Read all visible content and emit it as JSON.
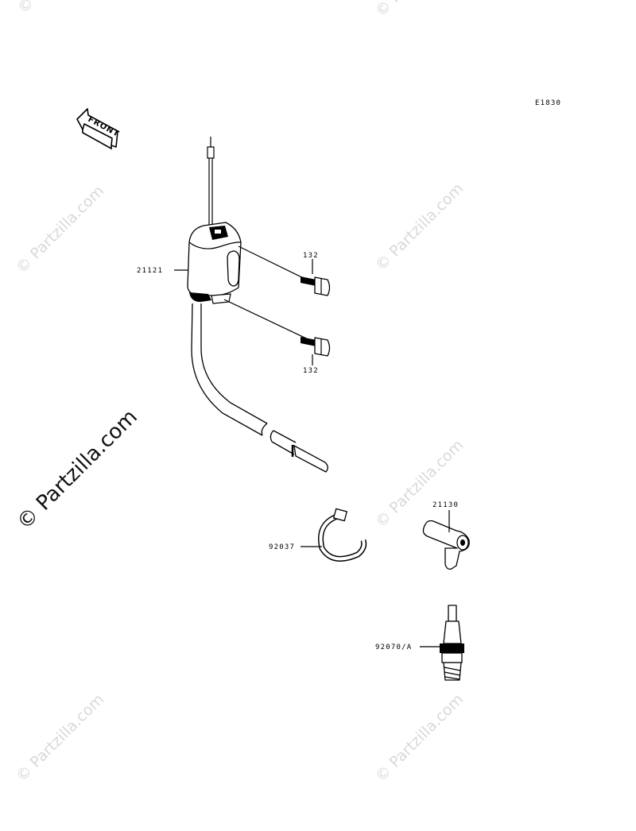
{
  "diagram_code": "E1830",
  "front_label": "FRONT",
  "watermark": "© Partzilla.com",
  "callouts": [
    {
      "id": "ignition-coil",
      "text": "21121"
    },
    {
      "id": "bolt-upper",
      "text": "132"
    },
    {
      "id": "bolt-lower",
      "text": "132"
    },
    {
      "id": "band",
      "text": "92037"
    },
    {
      "id": "plug-cap",
      "text": "21130"
    },
    {
      "id": "spark-plug",
      "text": "92070/A"
    }
  ]
}
